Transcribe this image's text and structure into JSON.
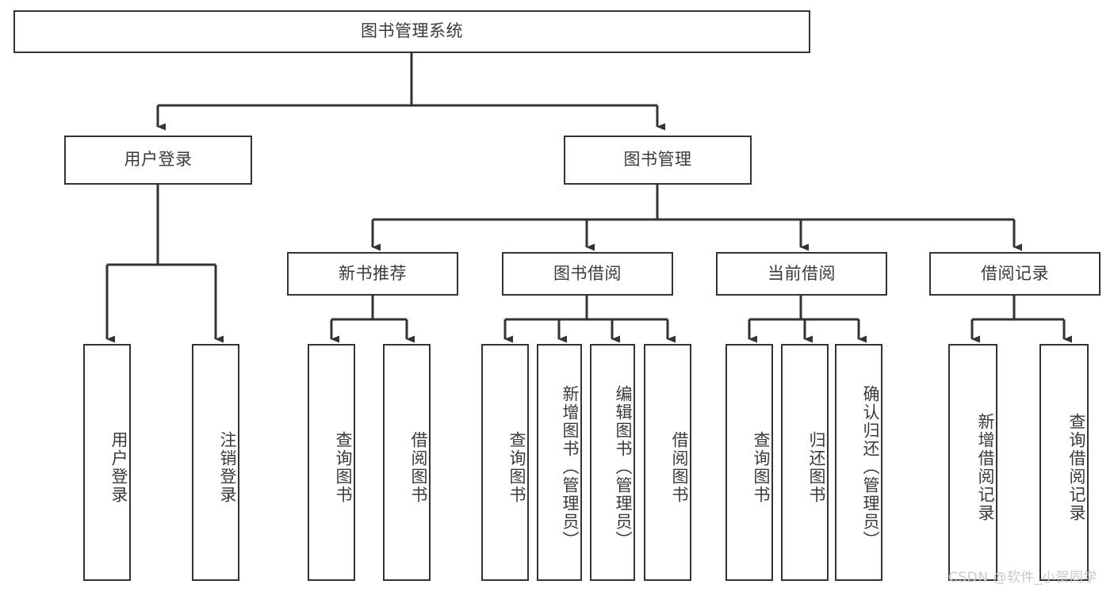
{
  "diagram": {
    "title": "图书管理系统",
    "type": "tree-hierarchy-chart",
    "root": {
      "label": "图书管理系统"
    },
    "level2": [
      {
        "label": "用户登录"
      },
      {
        "label": "图书管理"
      }
    ],
    "level3": [
      {
        "label": "新书推荐"
      },
      {
        "label": "图书借阅"
      },
      {
        "label": "当前借阅"
      },
      {
        "label": "借阅记录"
      }
    ],
    "leaves": [
      {
        "label": "用户登录"
      },
      {
        "label": "注销登录"
      },
      {
        "label": "查询图书"
      },
      {
        "label": "借阅图书"
      },
      {
        "label": "查询图书"
      },
      {
        "label": "新增图书（管理员）"
      },
      {
        "label": "编辑图书（管理员）"
      },
      {
        "label": "借阅图书"
      },
      {
        "label": "查询图书"
      },
      {
        "label": "归还图书"
      },
      {
        "label": "确认归还（管理员）"
      },
      {
        "label": "新增借阅记录"
      },
      {
        "label": "查询借阅记录"
      }
    ]
  },
  "watermark": {
    "text": "CSDN @软件_小贺同学"
  },
  "colors": {
    "stroke": "#333333",
    "text": "#3a3a3a",
    "background": "#ffffff",
    "watermark": "#c9c9c9"
  }
}
